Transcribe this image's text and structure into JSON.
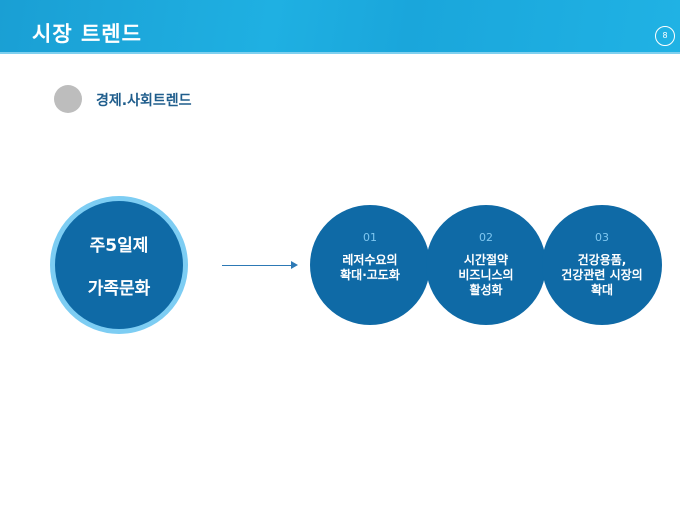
{
  "header": {
    "title": "시장 트렌드",
    "page_number": "8"
  },
  "section": {
    "title": "경제.사회트렌드"
  },
  "main_circle": {
    "lines": [
      "주5일제",
      "가족문화"
    ]
  },
  "items": [
    {
      "number": "01",
      "lines": [
        "레저수요의",
        "확대·고도화"
      ]
    },
    {
      "number": "02",
      "lines": [
        "시간절약",
        "비즈니스의",
        "활성화"
      ]
    },
    {
      "number": "03",
      "lines": [
        "건강용품,",
        "건강관련 시장의",
        "확대"
      ]
    }
  ],
  "colors": {
    "header": "#1fb0e2",
    "circle": "#0f6aa6",
    "accent": "#7dcdf3"
  }
}
